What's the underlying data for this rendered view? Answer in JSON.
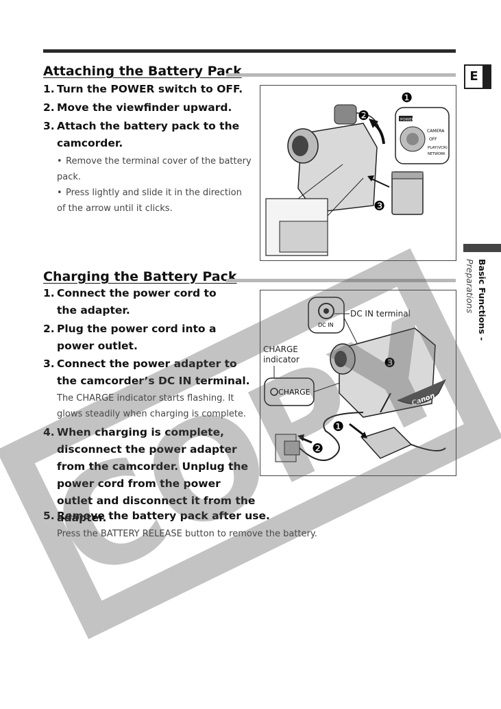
{
  "side_tab": {
    "letter": "E"
  },
  "side_text": {
    "section": "Basic Functions -",
    "subsection": "Preparations"
  },
  "section1": {
    "title": "Attaching the Battery Pack",
    "steps": [
      {
        "num": "1.",
        "text": "Turn the POWER switch to OFF."
      },
      {
        "num": "2.",
        "text": "Move the viewfinder upward."
      },
      {
        "num": "3.",
        "text": "Attach the battery pack to the camcorder."
      }
    ],
    "bullets": [
      "Remove the terminal cover of the battery pack.",
      "Press lightly and slide it in the direction of the arrow until it clicks."
    ],
    "figure": {
      "callouts": [
        "❶",
        "❷",
        "❸"
      ],
      "switch_labels": {
        "power": "POWER",
        "camera": "CAMERA",
        "off": "OFF",
        "play": "PLAY(VCR)",
        "network": "NETWORK"
      }
    }
  },
  "section2": {
    "title": "Charging the Battery Pack",
    "steps": [
      {
        "num": "1.",
        "text": "Connect the power cord to the adapter."
      },
      {
        "num": "2.",
        "text": "Plug the power cord into a power outlet."
      },
      {
        "num": "3.",
        "text": "Connect the power adapter to the camcorder’s DC IN terminal.",
        "note": "The CHARGE indicator starts flashing. It glows steadily when charging is complete."
      },
      {
        "num": "4.",
        "text": "When charging is complete, disconnect the power adapter from the camcorder. Unplug the power cord from the power outlet and disconnect it from the adapter."
      },
      {
        "num": "5.",
        "text": "Remove the battery pack after use.",
        "note": "Press the BATTERY RELEASE button to remove the battery."
      }
    ],
    "figure": {
      "dc_in_label": "DC IN terminal",
      "dc_in_jack": "DC IN",
      "charge_label": "CHARGE",
      "charge_label2": "indicator",
      "charge_lamp": "CHARGE",
      "callouts": [
        "❶",
        "❷",
        "❸"
      ],
      "brand": "Canon"
    }
  },
  "watermark": {
    "text": "COPY"
  }
}
